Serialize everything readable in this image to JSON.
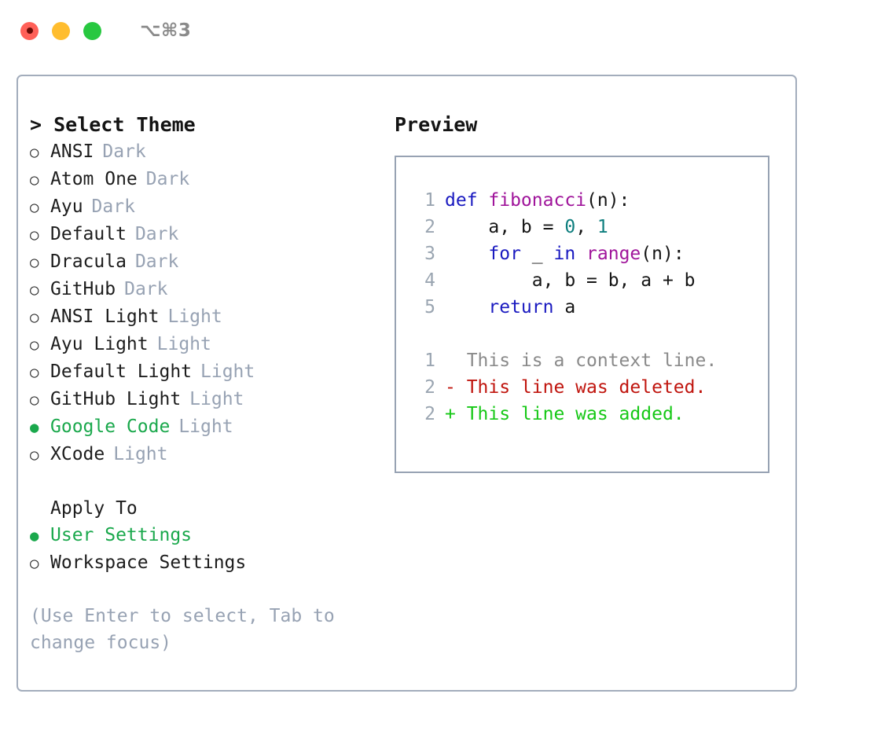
{
  "window": {
    "shortcut_label": "⌥⌘3",
    "traffic_lights": [
      {
        "name": "close",
        "color": "#ff6058"
      },
      {
        "name": "minimize",
        "color": "#ffbd2e"
      },
      {
        "name": "maximize",
        "color": "#28c840"
      }
    ]
  },
  "theme_panel": {
    "title": "> Select Theme",
    "selected_marker": "●",
    "unselected_marker": "○",
    "accent_color": "#1aa84c",
    "muted_color": "#97a2b3",
    "themes": [
      {
        "name": "ANSI",
        "tag": "Dark",
        "selected": false
      },
      {
        "name": "Atom One",
        "tag": "Dark",
        "selected": false
      },
      {
        "name": "Ayu",
        "tag": "Dark",
        "selected": false
      },
      {
        "name": "Default",
        "tag": "Dark",
        "selected": false
      },
      {
        "name": "Dracula",
        "tag": "Dark",
        "selected": false
      },
      {
        "name": "GitHub",
        "tag": "Dark",
        "selected": false
      },
      {
        "name": "ANSI Light",
        "tag": "Light",
        "selected": false
      },
      {
        "name": "Ayu Light",
        "tag": "Light",
        "selected": false
      },
      {
        "name": "Default Light",
        "tag": "Light",
        "selected": false
      },
      {
        "name": "GitHub Light",
        "tag": "Light",
        "selected": false
      },
      {
        "name": "Google Code",
        "tag": "Light",
        "selected": true
      },
      {
        "name": "XCode",
        "tag": "Light",
        "selected": false
      }
    ]
  },
  "apply_to": {
    "title": "Apply To",
    "options": [
      {
        "name": "User Settings",
        "selected": true
      },
      {
        "name": "Workspace Settings",
        "selected": false
      }
    ]
  },
  "hint": "(Use Enter to select, Tab to change focus)",
  "preview": {
    "title": "Preview",
    "code_lines": [
      {
        "number": "1",
        "tokens": [
          {
            "text": "def ",
            "type": "kw"
          },
          {
            "text": "fibonacci",
            "type": "fn"
          },
          {
            "text": "(n):",
            "type": "pl"
          }
        ]
      },
      {
        "number": "2",
        "tokens": [
          {
            "text": "    a, b = ",
            "type": "pl"
          },
          {
            "text": "0",
            "type": "num"
          },
          {
            "text": ", ",
            "type": "pl"
          },
          {
            "text": "1",
            "type": "num"
          }
        ]
      },
      {
        "number": "3",
        "tokens": [
          {
            "text": "    ",
            "type": "pl"
          },
          {
            "text": "for",
            "type": "kw"
          },
          {
            "text": " _ ",
            "type": "pl"
          },
          {
            "text": "in",
            "type": "kw"
          },
          {
            "text": " ",
            "type": "pl"
          },
          {
            "text": "range",
            "type": "fn"
          },
          {
            "text": "(n):",
            "type": "pl"
          }
        ]
      },
      {
        "number": "4",
        "tokens": [
          {
            "text": "        a, b = b, a + b",
            "type": "pl"
          }
        ]
      },
      {
        "number": "5",
        "tokens": [
          {
            "text": "    ",
            "type": "pl"
          },
          {
            "text": "return",
            "type": "kw"
          },
          {
            "text": " a",
            "type": "pl"
          }
        ]
      }
    ],
    "diff_lines": [
      {
        "number": "1",
        "text": "  This is a context line.",
        "type": "ctx"
      },
      {
        "number": "2",
        "text": "- This line was deleted.",
        "type": "del"
      },
      {
        "number": "2",
        "text": "+ This line was added.",
        "type": "add"
      }
    ],
    "colors": {
      "keyword": "#1a1ac0",
      "function": "#a0159b",
      "number": "#0d7e7e",
      "plain": "#151515",
      "lineno": "#9aa5b1",
      "diff_context": "#8a8a8a",
      "diff_deleted": "#c0150e",
      "diff_added": "#16c816",
      "border": "#97a2b3"
    }
  }
}
